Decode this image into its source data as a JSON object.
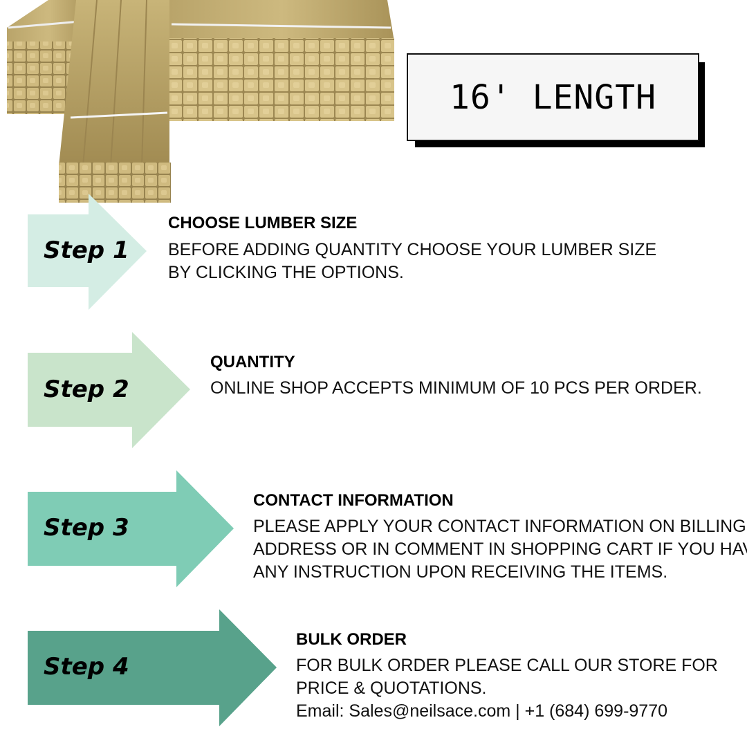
{
  "badge": {
    "text": "16' LENGTH"
  },
  "colors": {
    "step1_arrow": "#d4ede4",
    "step2_arrow": "#c9e4cb",
    "step3_arrow": "#7fccb5",
    "step4_arrow": "#58a28b",
    "badge_bg": "#f6f6f6",
    "badge_shadow": "#000000"
  },
  "steps": [
    {
      "label": "Step 1",
      "title": "CHOOSE LUMBER SIZE",
      "lines": [
        "BEFORE ADDING QUANTITY CHOOSE YOUR LUMBER SIZE",
        "BY CLICKING THE OPTIONS."
      ]
    },
    {
      "label": "Step 2",
      "title": "QUANTITY",
      "lines": [
        "ONLINE SHOP ACCEPTS MINIMUM OF 10 PCS PER ORDER."
      ]
    },
    {
      "label": "Step 3",
      "title": "CONTACT INFORMATION",
      "lines": [
        "PLEASE APPLY YOUR CONTACT INFORMATION ON BILLING",
        "ADDRESS OR IN COMMENT IN SHOPPING CART IF YOU HAVE",
        "ANY INSTRUCTION UPON RECEIVING THE ITEMS."
      ]
    },
    {
      "label": "Step 4",
      "title": "BULK ORDER",
      "lines": [
        "FOR BULK ORDER PLEASE CALL OUR STORE FOR",
        "PRICE & QUOTATIONS.",
        "Email: Sales@neilsace.com | +1 (684) 699-9770"
      ]
    }
  ],
  "image": {
    "subject": "lumber-bundle-photo"
  }
}
